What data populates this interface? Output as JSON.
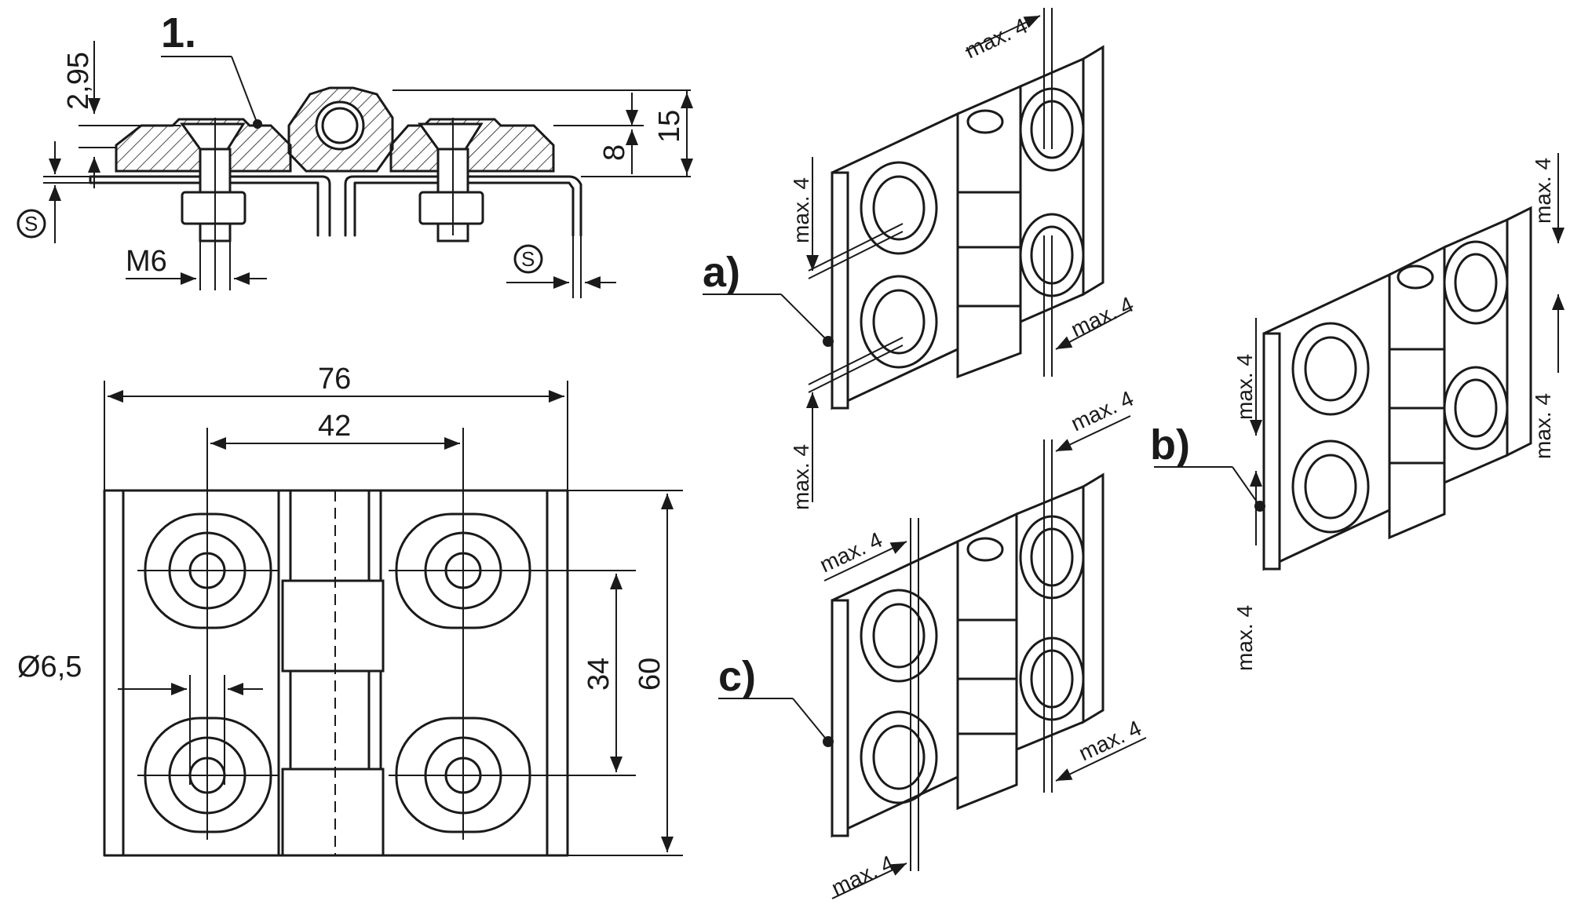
{
  "labels": {
    "part_ref": "1.",
    "variant_a": "a)",
    "variant_b": "b)",
    "variant_c": "c)",
    "symbol_s": "S",
    "thread": "M6"
  },
  "dimensions": {
    "d_2_95": "2,95",
    "d_8": "8",
    "d_15": "15",
    "d_76": "76",
    "d_42": "42",
    "d_60": "60",
    "d_34": "34",
    "d_dia": "Ø6,5",
    "max4": "max. 4"
  }
}
